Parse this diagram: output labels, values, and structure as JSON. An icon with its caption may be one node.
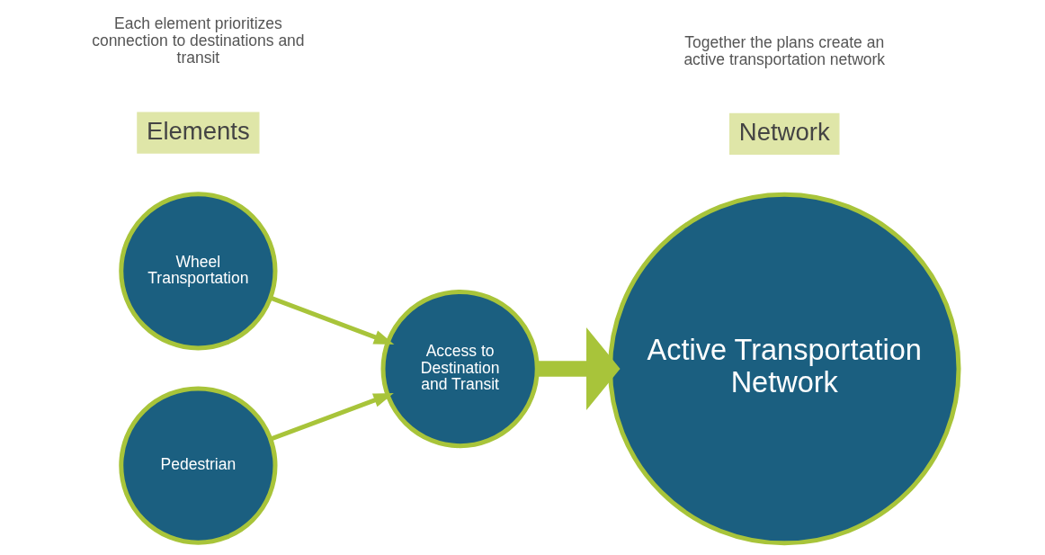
{
  "diagram": {
    "nodes": [
      {
        "text": [
          "Wheel Transportation"
        ]
      },
      {
        "text": [
          "Pedestrian"
        ]
      },
      {
        "text": [
          "Access to Destination and Transit"
        ]
      },
      {
        "text": [
          "Active Transportation Network"
        ]
      }
    ],
    "edges": [
      {
        "from": 0,
        "to": 2,
        "arrow": "to"
      },
      {
        "from": 1,
        "to": 2,
        "arrow": "to"
      },
      {
        "from": 2,
        "to": 3,
        "arrow": "to",
        "style": "thick"
      }
    ],
    "labels": [
      "Elements",
      "Network",
      "Each element prioritizes connection to destinations and transit",
      "Together the plans create an active transportation network"
    ]
  }
}
